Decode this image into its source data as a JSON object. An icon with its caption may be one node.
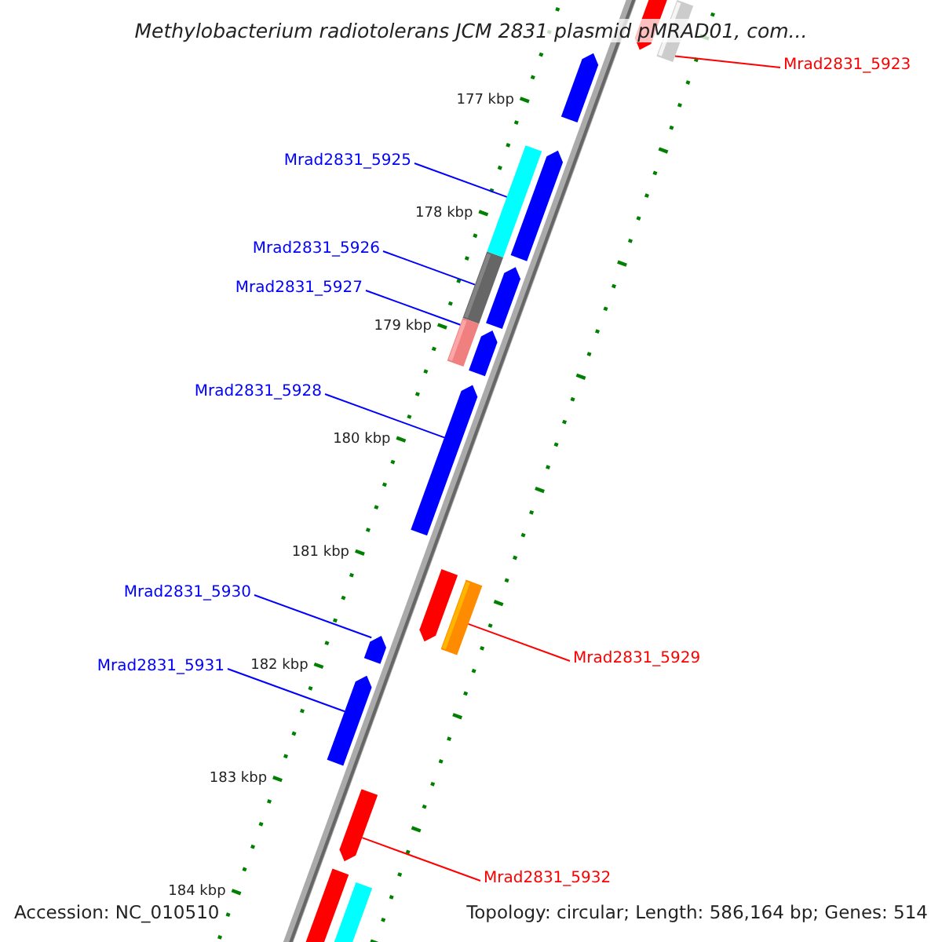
{
  "diagram": {
    "title": "Methylobacterium radiotolerans JCM 2831 plasmid pMRAD01, com...",
    "nodes": [
      {
        "text": [
          "Mrad2831_5923"
        ]
      },
      {
        "text": [],
        "shape": "bar"
      },
      {
        "text": [
          "Mrad2831_5925"
        ]
      },
      {
        "text": [],
        "shape": "bar"
      },
      {
        "text": [
          "Mrad2831_5926"
        ]
      },
      {
        "text": [],
        "shape": "bar"
      },
      {
        "text": [
          "Mrad2831_5927"
        ]
      },
      {
        "text": [],
        "shape": "bar"
      },
      {
        "text": [
          "Mrad2831_5928"
        ]
      },
      {
        "text": [],
        "shape": "arrow"
      },
      {
        "text": [
          "Mrad2831_5930"
        ]
      },
      {
        "text": [],
        "shape": "arrow"
      },
      {
        "text": [
          "Mrad2831_5931"
        ]
      },
      {
        "text": [],
        "shape": "arrow"
      },
      {
        "text": [
          "Mrad2831_5929"
        ]
      },
      {
        "text": [],
        "shape": "bar"
      },
      {
        "text": [
          "Mrad2831_5932"
        ]
      },
      {
        "text": [],
        "shape": "arrow"
      },
      {
        "text": [],
        "shape": "arrow"
      },
      {
        "text": [],
        "shape": "arrow"
      },
      {
        "text": [],
        "shape": "arrow"
      },
      {
        "text": [],
        "shape": "arrow"
      },
      {
        "text": [],
        "shape": "arrow"
      },
      {
        "text": [],
        "shape": "arrow"
      },
      {
        "text": [],
        "shape": "arrow"
      },
      {
        "text": [],
        "shape": "bar"
      }
    ],
    "edges": [
      {
        "from": 0,
        "to": 1,
        "arrow": "none",
        "color": "#ff0000"
      },
      {
        "from": 2,
        "to": 3,
        "arrow": "none"
      },
      {
        "from": 4,
        "to": 5,
        "arrow": "none"
      },
      {
        "from": 6,
        "to": 7,
        "arrow": "none"
      },
      {
        "from": 8,
        "to": 9,
        "arrow": "none"
      },
      {
        "from": 10,
        "to": 11,
        "arrow": "none"
      },
      {
        "from": 12,
        "to": 13,
        "arrow": "none"
      },
      {
        "from": 14,
        "to": 15,
        "arrow": "none",
        "color": "#ff0000"
      },
      {
        "from": 16,
        "to": 17,
        "arrow": "none",
        "color": "#ff0000"
      }
    ],
    "labels": [
      "177 kbp",
      "178 kbp",
      "179 kbp",
      "180 kbp",
      "181 kbp",
      "182 kbp",
      "183 kbp",
      "184 kbp",
      "Accession: NC_010510",
      "Topology: circular; Length: 586,164 bp; Genes: 514"
    ]
  }
}
